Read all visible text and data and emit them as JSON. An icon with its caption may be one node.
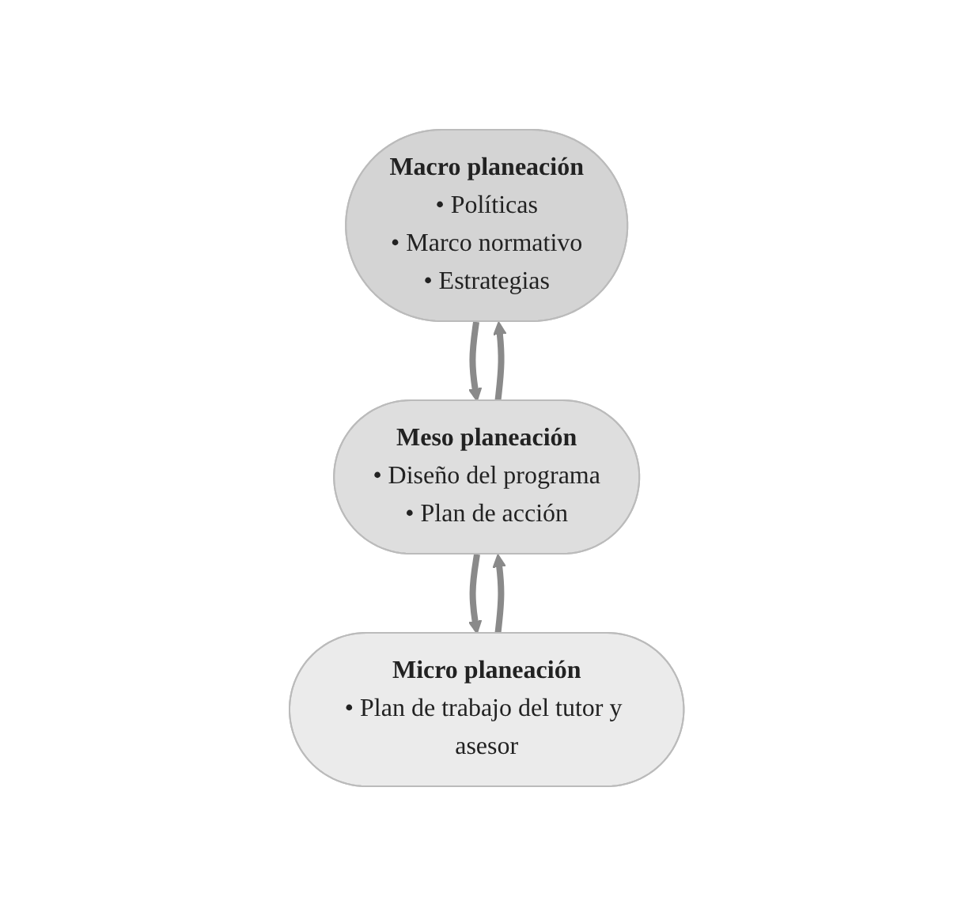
{
  "diagram": {
    "nodes": [
      {
        "text": [
          "Macro planeación",
          "• Políticas",
          "• Marco normativo",
          "• Estrategias"
        ]
      },
      {
        "text": [
          "Meso planeación",
          "• Diseño del programa",
          "• Plan de acción"
        ]
      },
      {
        "text": [
          "Micro planeación",
          "• Plan de trabajo del tutor y asesor"
        ]
      }
    ],
    "edges": [
      {
        "from": 0,
        "to": 1,
        "arrow": "to"
      },
      {
        "from": 1,
        "to": 0,
        "arrow": "to"
      },
      {
        "from": 1,
        "to": 2,
        "arrow": "to"
      },
      {
        "from": 2,
        "to": 1,
        "arrow": "to"
      }
    ]
  }
}
